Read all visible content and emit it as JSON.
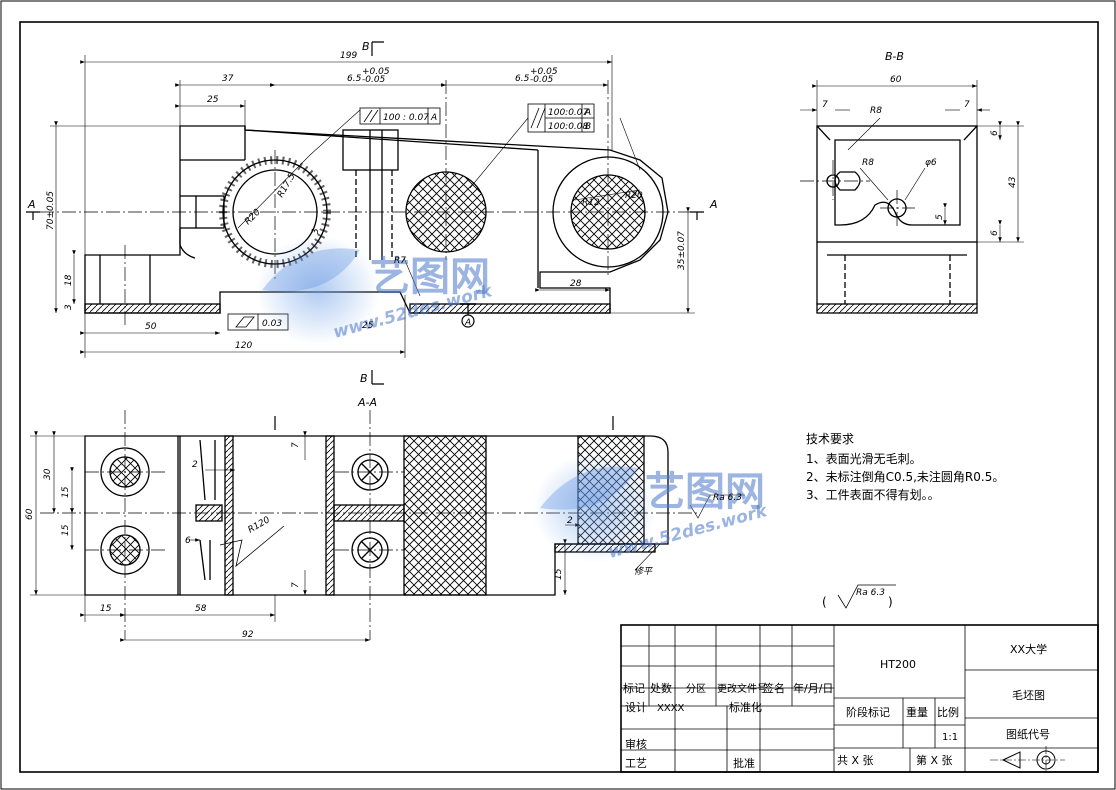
{
  "views": {
    "section_bb_label": "B-B",
    "section_aa_label": "A-A",
    "cut_b_top": "B",
    "cut_b_bottom": "B",
    "cut_a_left": "A",
    "cut_a_right": "A"
  },
  "front_view_dims": {
    "overall_length": "199",
    "d37": "37",
    "d25_top": "25",
    "hole_spacing_1": "6.5",
    "hole_spacing_2": "6.5",
    "tol_upper": "+0.05",
    "tol_lower": "-0.05",
    "d50": "50",
    "d120": "120",
    "d25_bottom": "25",
    "d28": "28",
    "r20": "R20",
    "r17_5": "R17.5",
    "r7": "R7",
    "r12": "R12",
    "r20b": "R20",
    "d18": "18",
    "d3": "3",
    "d3b": "3",
    "height_left": "70±0.05",
    "height_right": "35±0.07",
    "datum": "A",
    "flatness_value": "0.03",
    "parallel_1": "100 : 0.07",
    "parallel_1_datum": "A",
    "parallel_2a": "100:0.07",
    "parallel_2a_datum": "A",
    "parallel_2b": "100:0.08",
    "parallel_2b_datum": "B"
  },
  "section_bb_dims": {
    "width": "60",
    "d7_left": "7",
    "d7_right": "7",
    "r8_top": "R8",
    "r8_mid": "R8",
    "phi6": "φ6",
    "d6_top": "6",
    "d43": "43",
    "d5": "5",
    "d6_bottom": "6"
  },
  "section_aa_dims": {
    "d60": "60",
    "d30": "30",
    "d15_a": "15",
    "d15_b": "15",
    "d2": "2",
    "d6": "6",
    "d7_top": "7",
    "d7_bottom": "7",
    "r120": "R120",
    "d15_bottom": "15",
    "d58": "58",
    "d92": "92",
    "d15_right": "15",
    "d2_right": "2",
    "roughness": "Ra 6.3",
    "shave_note": "修平"
  },
  "tech_requirements": {
    "title": "技术要求",
    "items": [
      "1、表面光滑无毛刺。",
      "2、未标注倒角C0.5,未注圆角R0.5。",
      "3、工件表面不得有划。。"
    ]
  },
  "general_roughness": {
    "open_paren": "(",
    "value": "Ra 6.3",
    "close_paren": ")"
  },
  "title_block": {
    "material": "HT200",
    "school": "XX大学",
    "part_name": "毛坯图",
    "drawing_no_label": "图纸代号",
    "col_mark": "标记",
    "col_count": "处数",
    "col_zone": "分区",
    "col_change_doc": "更改文件号",
    "col_sign": "签名",
    "col_date": "年/月/日",
    "design": "设计",
    "designer": "XXXX",
    "standardize": "标准化",
    "review": "审核",
    "process": "工艺",
    "approve": "批准",
    "stage_mark": "阶段标记",
    "weight": "重量",
    "scale_label": "比例",
    "scale_value": "1:1",
    "total_sheets": "共 X 张",
    "sheet_no": "第 X 张"
  },
  "watermarks": [
    {
      "brand": "艺图网",
      "url": "www.52des.work"
    },
    {
      "brand": "艺图网",
      "url": "www.52des.work"
    }
  ]
}
